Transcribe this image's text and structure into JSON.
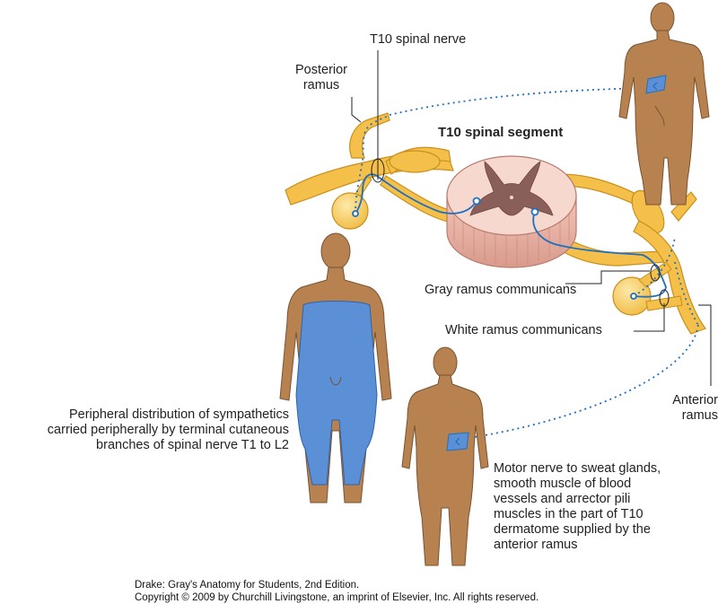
{
  "labels": {
    "t10_spinal_nerve": "T10 spinal nerve",
    "posterior_ramus": [
      "Posterior",
      "ramus"
    ],
    "t10_spinal_segment": "T10 spinal segment",
    "gray_ramus": "Gray ramus communicans",
    "white_ramus": "White ramus communicans",
    "anterior_ramus": [
      "Anterior",
      "ramus"
    ],
    "peripheral": [
      "Peripheral distribution of sympathetics",
      "carried peripherally by terminal cutaneous",
      "branches of spinal nerve T1 to L2"
    ],
    "motor": [
      "Motor nerve to sweat glands,",
      "smooth muscle of blood",
      "vessels and arrector pili",
      "muscles in the part of T10",
      "dermatome supplied by the",
      "anterior ramus"
    ]
  },
  "credit": {
    "line1": "Drake: Gray's Anatomy for Students, 2nd Edition.",
    "line2": "Copyright © 2009 by Churchill Livingstone, an imprint of Elsevier, Inc. All rights reserved."
  },
  "colors": {
    "skin": "#b7824f",
    "skin_outline": "#7a5230",
    "nerve": "#f5c04a",
    "nerve_outline": "#c98f1c",
    "pathway_blue": "#1f6fbf",
    "dermatome_fill": "#5b8fd6",
    "cord_pink": "#f4cfc4",
    "cord_gray": "#8a5f5a"
  }
}
